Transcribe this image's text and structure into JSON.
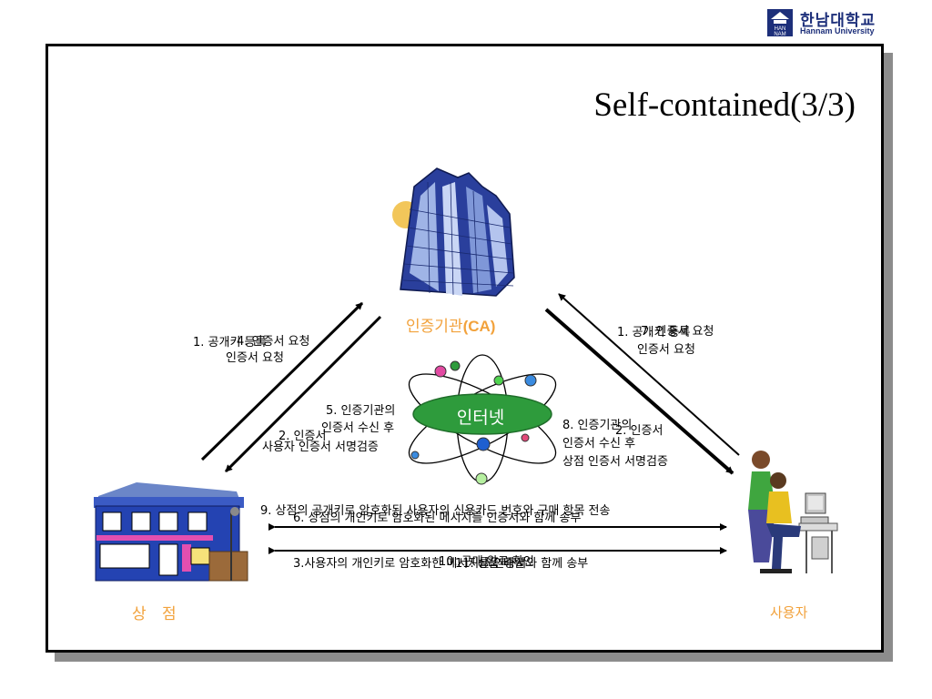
{
  "logo": {
    "name_ko": "한남대학교",
    "name_en": "Hannam University",
    "mark_text": "HAN NAM"
  },
  "slide": {
    "title": "Self-contained(3/3)"
  },
  "nodes": {
    "ca_label_prefix": "인증기관",
    "ca_label_suffix": "(CA)",
    "internet_label": "인터넷",
    "store_label": "상 점",
    "user_label": "사용자"
  },
  "steps": {
    "step1_store_line1": "1. 공개키 등록",
    "step1_store_overlap": "4. 인증서 요청",
    "step1_store_line2": "인증서 요청",
    "step2_store": "2. 인증서",
    "step5_line1": "5. 인증기관의",
    "step5_line2": "인증서 수신 후",
    "step5_line3": "사용자 인증서 서명검증",
    "step1_user_line1": "1. 공개키 등록",
    "step1_user_overlap": "7. 인증서 요청",
    "step1_user_line2": "인증서 요청",
    "step2_user": "2. 인증서",
    "step8_line1": "8. 인증기관의",
    "step8_line2": "인증서 수신 후",
    "step8_line3": "상점 인증서 서명검증",
    "step9": "9. 상점의 공개키로 암호화된 사용자의 신용카드 번호와 구매 항목 전송",
    "step6": "6. 상점의 개인키로 암호화된 메시지를 인증서와 함께 송부",
    "step3": "3.사용자의 개인키로 암호화한 메시지를 인증서와 함께 송부",
    "step10": "10. 구매 완료 확인",
    "step10_overlap": "11. 상품 배달"
  },
  "colors": {
    "accent_orange": "#f2a23c",
    "internet_green": "#2e9b3c",
    "frame": "#000000",
    "shadow": "#8c8c8c"
  }
}
